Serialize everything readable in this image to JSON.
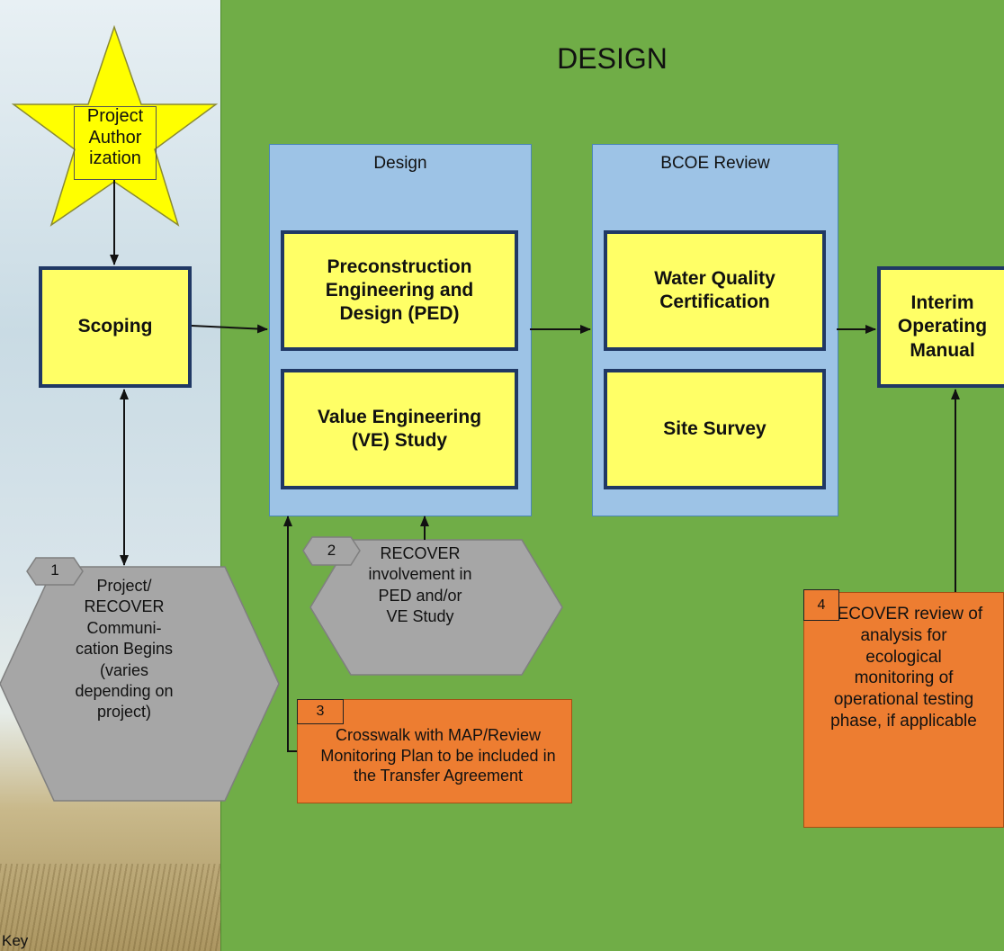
{
  "title": "DESIGN",
  "star": {
    "lines": [
      "Project",
      "Author",
      "ization"
    ]
  },
  "scoping": "Scoping",
  "design_group": {
    "label": "Design",
    "ped": "Preconstruction Engineering and Design (PED)",
    "ve": "Value Engineering (VE) Study"
  },
  "bcoe_group": {
    "label": "BCOE Review",
    "wqc": "Water Quality Certification",
    "site": "Site Survey"
  },
  "iom": "Interim Operating Manual",
  "note1": {
    "num": "1",
    "text": "Project/ RECOVER Communi-cation Begins (varies depending on project)"
  },
  "note2": {
    "num": "2",
    "text": "RECOVER involvement in PED and/or VE Study"
  },
  "note3": {
    "num": "3",
    "text": "Crosswalk with MAP/Review Monitoring Plan to be included in the Transfer Agreement"
  },
  "note4": {
    "num": "4",
    "text": "RECOVER review of analysis for ecological monitoring of operational testing phase, if applicable"
  },
  "key": "Key",
  "colors": {
    "panel": "#70ad47",
    "group": "#9dc3e6",
    "box_fill": "#ffff66",
    "box_border": "#203864",
    "orange": "#ed7d31",
    "gray": "#a6a6a6",
    "star": "#ffff00"
  }
}
